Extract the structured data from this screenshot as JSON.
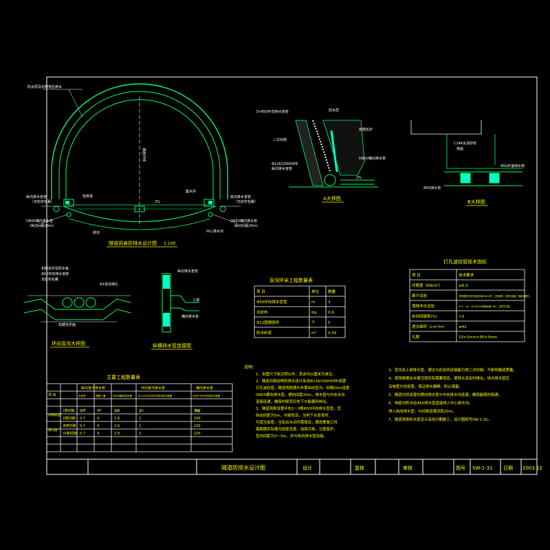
{
  "colors": {
    "background": "#000000",
    "frame": "#ffffff",
    "structure": "#00ff66",
    "note_text": "#ffff00",
    "dimension": "#00ffff",
    "fill": "#00ffcc"
  },
  "main_section": {
    "title": "隧道洞身防排水设计图",
    "scale": "1:100",
    "label_top_left": "防水层及衬砌背后排水",
    "label_left1": "纵向排水盲管",
    "label_left2": "（无纺布包裹）",
    "label_dn50": "DN50横向排水管",
    "label_dn50b": "（纵向间距20m）",
    "label_right1": "纵向排水盲管",
    "label_right2": "（无纺布包裹）",
    "label_dn50_r": "DN50横向排水管",
    "label_dn50b_r": "（纵向间距20m）",
    "label_center": "路面中线",
    "label_slope": "2%",
    "label_collector": "集水井",
    "label_sidewalk": "检修道",
    "label_ditch": "中心排水沟",
    "label_side": "侧沟"
  },
  "detail_a": {
    "title": "A大样图",
    "label1": "3×Φ50环向排水盲管",
    "label2": "防水层",
    "label3": "初期支护",
    "label4": "Φ116/100HDPE",
    "label5": "纵向排水盲管",
    "label6": "DN50横向排水管",
    "label7": "二次衬砌",
    "slope": "2%"
  },
  "detail_b": {
    "title": "B大样图",
    "label1": "C14K水泥砂浆",
    "label2": "抹面",
    "label3": "Φ50排水管",
    "label4": "Φ50外接排水管"
  },
  "detail_ring": {
    "title": "环向盲沟大样图",
    "label1": "初期支护及防水板",
    "label2": "Φ50环向排水盲管",
    "label3": "Φ1铁丝绑扎",
    "label4": "无纺布包裹",
    "label5": "初期支护面"
  },
  "detail_long": {
    "title": "纵横排水管连接图",
    "label1": "纵向排水盲管",
    "label2": "三通",
    "label3": "横向排水管"
  },
  "blind_table": {
    "title": "盲沟环米工程数量表",
    "headers": [
      "项 目",
      "单位",
      "数量"
    ],
    "rows": [
      [
        "Φ50环向排水盲管",
        "m",
        "3"
      ],
      [
        "无纺布",
        "Kg",
        "0.6"
      ],
      [
        "Φ12圆钢铁件",
        "个",
        "5"
      ],
      [
        "防水砂浆",
        "m³",
        "0.04"
      ]
    ]
  },
  "tech_table": {
    "title": "打孔波纹管技术指标",
    "headers": [
      "项 目",
      "技术要求"
    ],
    "rows": [
      [
        "环刚度（KN/m²）",
        "≥6.3"
      ],
      [
        "扁平试验",
        "试样垂直方向外径变形量为40%时，立即卸荷，试样无破裂，两壁无脱开。"
      ],
      [
        "落锤冲击试验",
        "(0℃，1h)，Φ116/100落锤高度1.6m，试样不开裂。"
      ],
      [
        "纵向回缩率(%)",
        "<3"
      ],
      [
        "透水面积（cm²/m）",
        "≥42"
      ],
      [
        "孔眼",
        "10×1mm×30×3mm"
      ]
    ]
  },
  "qty_table": {
    "title": "主要工程数量表",
    "header_top": [
      "项 目",
      "纵向盲沟排水管",
      "",
      "环向盲沟排水管",
      "横向排水管"
    ],
    "header_mid": [
      "",
      "无纺布",
      "钢筋三通",
      "DN50横向排水管",
      "Φ116/100HDPE纵向排水盲管",
      "HDPE Φ50环向排水盲管"
    ],
    "units": [
      "",
      "m²",
      "个",
      "m",
      "m",
      "Kg"
    ],
    "groups": [
      {
        "name": "衬砌类型",
        "rows": [
          [
            "Ⅰ类衬砌",
            "0.7",
            "4",
            "2.9",
            "2",
            "350"
          ],
          [
            "Ⅱ类衬砌",
            "0.7",
            "4",
            "2.8",
            "2",
            "330"
          ]
        ]
      },
      {
        "name": "洞口段",
        "rows": [
          [
            "Ⅲ类衬砌",
            "0.7",
            "4",
            "2.9",
            "2",
            "220"
          ],
          [
            "Ⅳ类衬砌",
            "0.7",
            "4",
            "2.9",
            "2",
            "220"
          ]
        ]
      }
    ]
  },
  "notes": {
    "heading": "说明：",
    "left": [
      "1、本图尺寸除注明以外，其余均以厘米为单位。",
      "2、隧道衬砌结构防排水设计采用Φ116/100HDPE双壁",
      "打孔波纹管，隧道两侧通长布置纵向盲沟，间隔20m设置",
      "DN50横向排水管，横向间距20m，排水管与中央水沟",
      "连接连通，确保衬砌背后地下水能顺利排出。",
      "3、隧道洞身设置环向1～3根Φ50环向排水盲管，其",
      "纵向间距为5m，衬砌背后，当地下水发育时，",
      "可适当加密，当有出水点时需增设，遇雨季施工时",
      "需根据实际情况加密设置，加强引排，注意保护，",
      "盲沟间距为2～3m，并与纵向排水管连接。"
    ],
    "right": [
      "3、盲沟及上部排水管，通过与初支的连接能引排二次衬砌，不影响隧道质量。",
      "4、现场根据出水情况按实际需要增设，使得水流及时排出，纵向排水管应",
      "   沿坡度方向设置，保证排水顺畅，防止堵塞。",
      "5、隧道内所设置的横向排水管与中央排水沟连通，确保能随时疏通。",
      "6、电缆沟积水经Φ50排水管直接排入中心排水沟。",
      "   排入纵向排水管，与衬砌设置间距20m。",
      "7、隧道洞身防水层设计采用分期施工，设计图纸号SW-1-32。"
    ]
  },
  "title_block": {
    "project": "",
    "drawing_name": "隧道防排水设计图",
    "design_label": "设计",
    "review_label": "复核",
    "audit_label": "审核",
    "drawing_no_label": "图号",
    "drawing_no": "SW-1-31",
    "date_label": "日期",
    "date": "2003.12"
  }
}
